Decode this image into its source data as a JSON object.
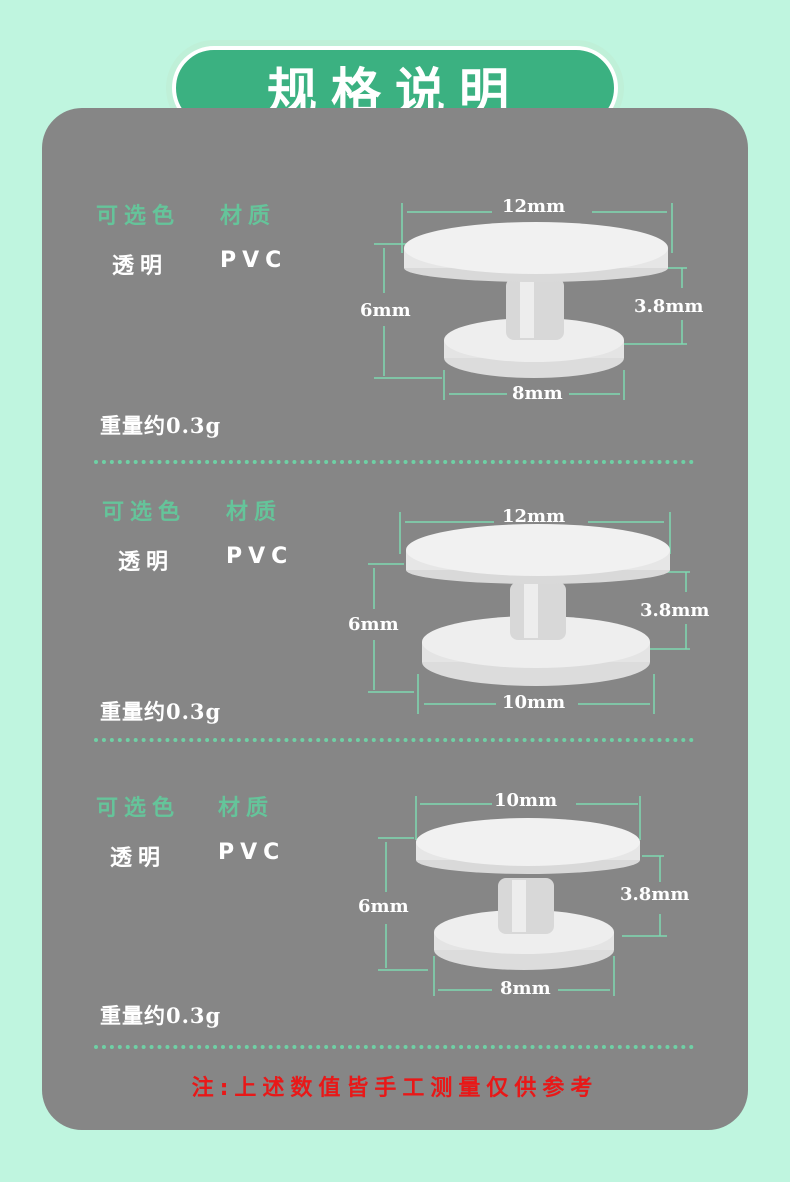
{
  "title": "规格说明",
  "sections": [
    {
      "color_label": "可选色",
      "material_label": "材质",
      "color_value": "透明",
      "material_value": "PVC",
      "top_diameter": "12mm",
      "height": "6mm",
      "stem_height": "3.8mm",
      "bottom_diameter": "8mm",
      "weight": "重量约0.3g"
    },
    {
      "color_label": "可选色",
      "material_label": "材质",
      "color_value": "透明",
      "material_value": "PVC",
      "top_diameter": "12mm",
      "height": "6mm",
      "stem_height": "3.8mm",
      "bottom_diameter": "10mm",
      "weight": "重量约0.3g"
    },
    {
      "color_label": "可选色",
      "material_label": "材质",
      "color_value": "透明",
      "material_value": "PVC",
      "top_diameter": "10mm",
      "height": "6mm",
      "stem_height": "3.8mm",
      "bottom_diameter": "8mm",
      "weight": "重量约0.3g"
    }
  ],
  "note": "注:上述数值皆手工测量仅供参考",
  "colors": {
    "background": "#bff5df",
    "panel": "#868686",
    "accent_green": "#3bb181",
    "label_green": "#65c49a",
    "note_red": "#e81818"
  }
}
